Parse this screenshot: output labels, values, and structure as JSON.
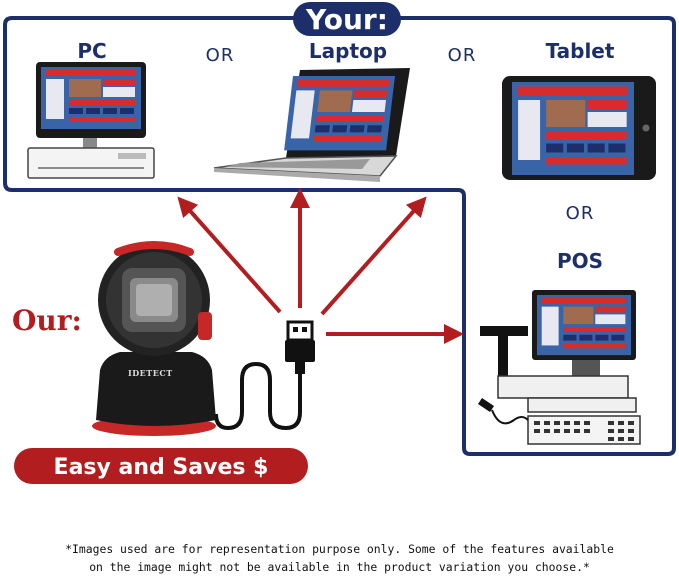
{
  "header": {
    "title": "Your:"
  },
  "devices": {
    "pc": "PC",
    "laptop": "Laptop",
    "tablet": "Tablet",
    "pos": "POS"
  },
  "connectors": {
    "or_1": "OR",
    "or_2": "OR",
    "or_3": "OR"
  },
  "product": {
    "label": "Our:",
    "brand": "IDETECT",
    "cta": "Easy and Saves $"
  },
  "disclaimer": {
    "line1": "*Images used are for representation purpose only. Some of the features available",
    "line2": "on the image might not be available in the product variation you choose.*"
  },
  "colors": {
    "frame_blue": "#1c2f6b",
    "accent_red": "#b21d20",
    "screen_blue": "#3a64a8",
    "scanner_body": "#1a1a1a"
  },
  "icons": [
    "usb-connector-icon",
    "barcode-scanner-icon",
    "arrow-icon"
  ]
}
